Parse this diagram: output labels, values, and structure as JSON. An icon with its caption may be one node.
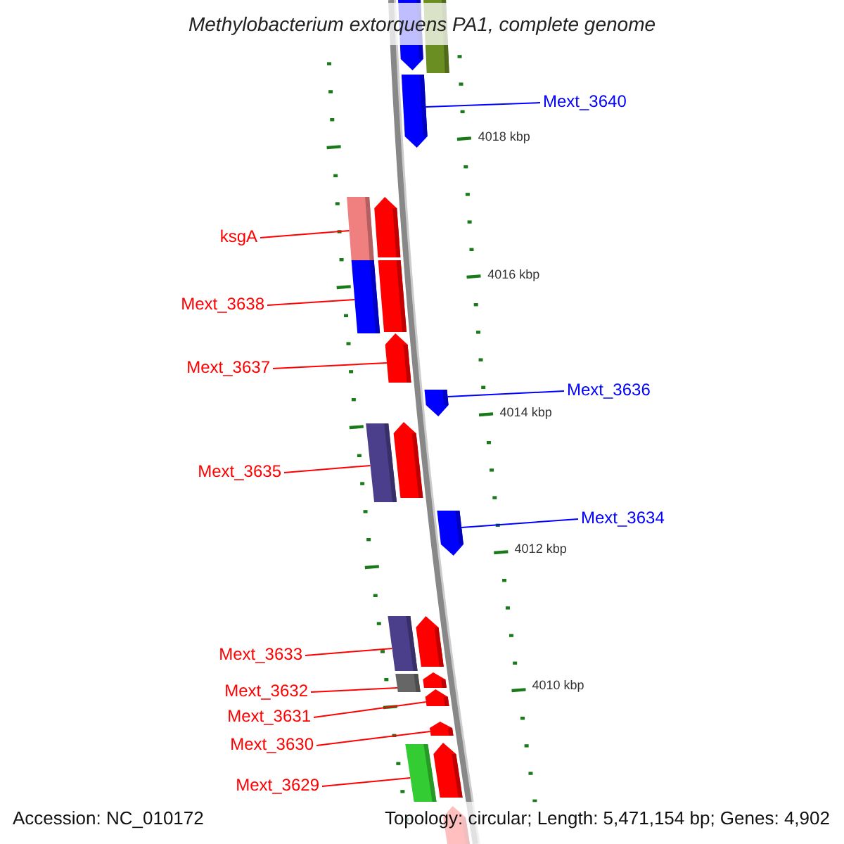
{
  "diagram": {
    "title": "Methylobacterium extorquens PA1, complete genome",
    "nodes": [
      {
        "text": [
          "Mext_3640"
        ]
      },
      {
        "text": [
          "ksgA"
        ]
      },
      {
        "text": [
          "Mext_3638"
        ]
      },
      {
        "text": [
          "Mext_3637"
        ]
      },
      {
        "text": [
          "Mext_3636"
        ]
      },
      {
        "text": [
          "Mext_3635"
        ]
      },
      {
        "text": [
          "Mext_3634"
        ]
      },
      {
        "text": [
          "Mext_3633"
        ]
      },
      {
        "text": [
          "Mext_3632"
        ]
      },
      {
        "text": [
          "Mext_3631"
        ]
      },
      {
        "text": [
          "Mext_3630"
        ]
      },
      {
        "text": [
          "Mext_3629"
        ]
      },
      {
        "text": [],
        "shape": "bar"
      },
      {
        "text": [],
        "shape": "bar"
      },
      {
        "text": [],
        "shape": "bar"
      },
      {
        "text": [],
        "shape": "bar"
      },
      {
        "text": [],
        "shape": "bar"
      },
      {
        "text": [],
        "shape": "bar"
      },
      {
        "text": [],
        "shape": "bar"
      },
      {
        "text": [],
        "shape": "bar"
      },
      {
        "text": [],
        "shape": "bar"
      },
      {
        "text": [],
        "shape": "bar"
      },
      {
        "text": [],
        "shape": "bar"
      },
      {
        "text": [],
        "shape": "bar"
      },
      {
        "text": [],
        "shape": "bar"
      },
      {
        "text": [],
        "shape": "bar"
      },
      {
        "text": [],
        "shape": "bar"
      },
      {
        "text": [],
        "shape": "bar"
      },
      {
        "text": [],
        "shape": "bar"
      },
      {
        "text": [],
        "shape": "bar"
      },
      {
        "text": [],
        "shape": "bar"
      },
      {
        "text": [],
        "shape": "bar"
      },
      {
        "text": [],
        "shape": "bar"
      }
    ],
    "edges": [
      {
        "from": 0,
        "to": 14,
        "arrow": "none",
        "color": "#0000ff"
      },
      {
        "from": 1,
        "to": 15,
        "arrow": "none"
      },
      {
        "from": 2,
        "to": 17,
        "arrow": "none"
      },
      {
        "from": 3,
        "to": 19,
        "arrow": "none"
      },
      {
        "from": 4,
        "to": 20,
        "arrow": "none",
        "color": "#0000ff"
      },
      {
        "from": 5,
        "to": 21,
        "arrow": "none"
      },
      {
        "from": 6,
        "to": 23,
        "arrow": "none",
        "color": "#0000ff"
      },
      {
        "from": 7,
        "to": 24,
        "arrow": "none"
      },
      {
        "from": 8,
        "to": 26,
        "arrow": "none"
      },
      {
        "from": 9,
        "to": 28,
        "arrow": "none"
      },
      {
        "from": 10,
        "to": 29,
        "arrow": "none"
      },
      {
        "from": 11,
        "to": 30,
        "arrow": "none"
      }
    ],
    "labels": [
      "4018 kbp",
      "4016 kbp",
      "4014 kbp",
      "4012 kbp",
      "4010 kbp",
      "Accession: NC_010172",
      "Topology: circular; Length: 5,471,154 bp; Genes: 4,902"
    ]
  }
}
